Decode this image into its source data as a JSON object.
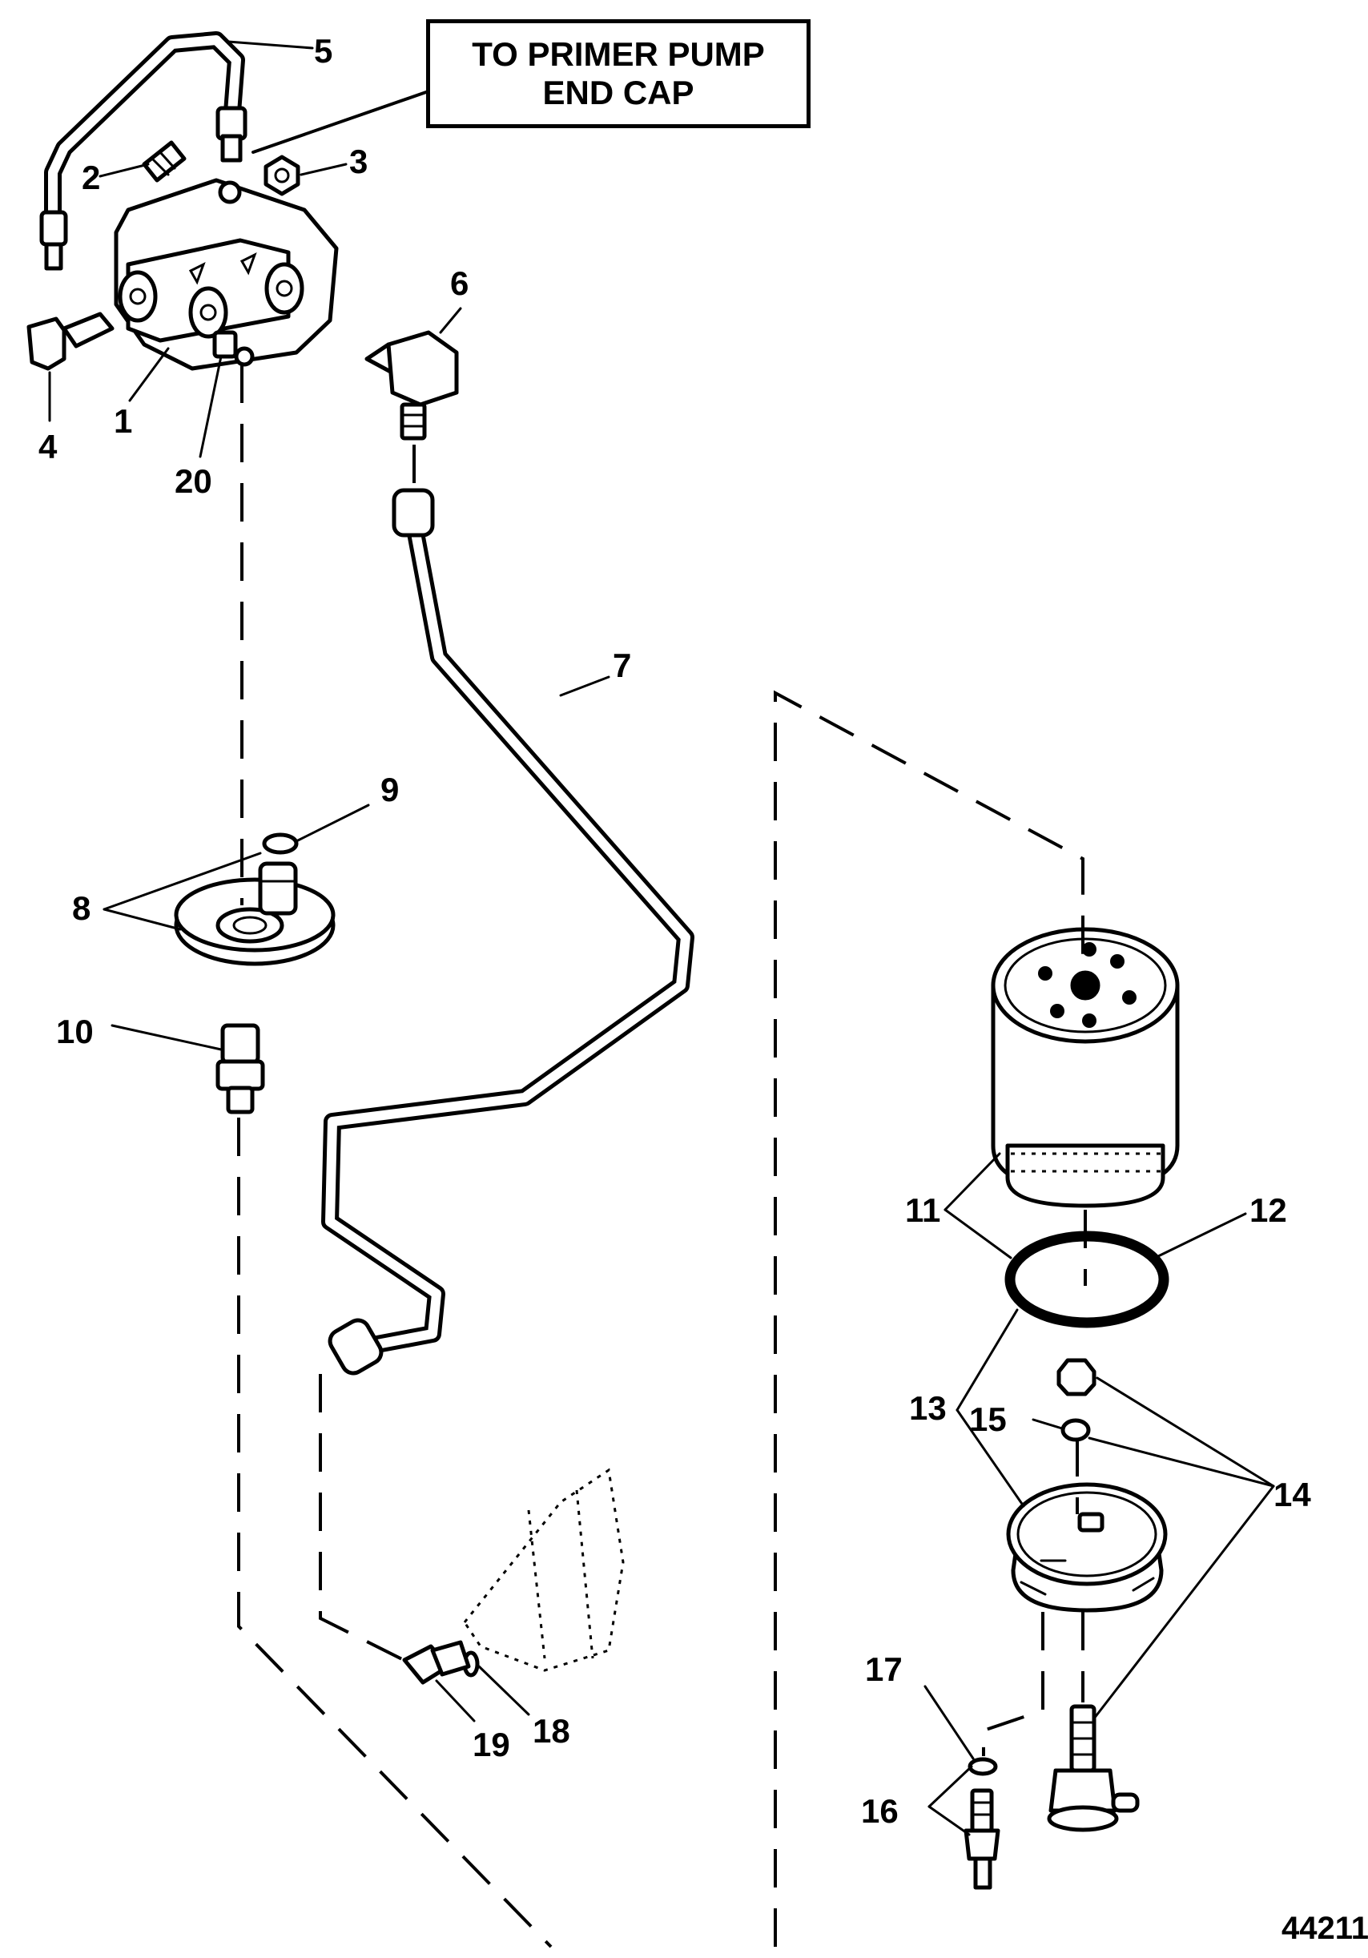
{
  "callout": {
    "line1": "TO PRIMER PUMP",
    "line2": "END CAP"
  },
  "labels": {
    "p1": "1",
    "p2": "2",
    "p3": "3",
    "p4": "4",
    "p5": "5",
    "p6": "6",
    "p7": "7",
    "p8": "8",
    "p9": "9",
    "p10": "10",
    "p11": "11",
    "p12": "12",
    "p13": "13",
    "p14": "14",
    "p15": "15",
    "p16": "16",
    "p17": "17",
    "p18": "18",
    "p19": "19",
    "p20": "20"
  },
  "reference_number": "44211"
}
